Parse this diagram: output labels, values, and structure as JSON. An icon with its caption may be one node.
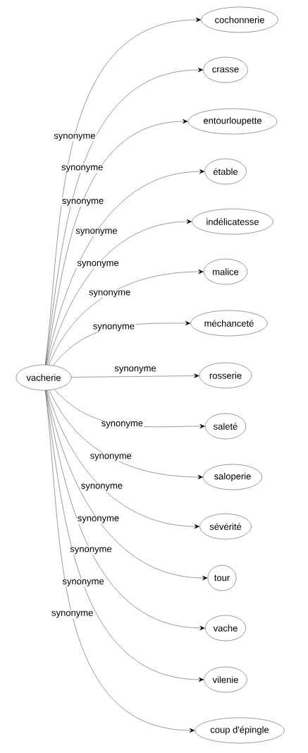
{
  "diagram": {
    "nodes": [
      {
        "text": [
          "vacherie"
        ]
      },
      {
        "text": [
          "cochonnerie"
        ]
      },
      {
        "text": [
          "crasse"
        ]
      },
      {
        "text": [
          "entourloupette"
        ]
      },
      {
        "text": [
          "étable"
        ]
      },
      {
        "text": [
          "indélicatesse"
        ]
      },
      {
        "text": [
          "malice"
        ]
      },
      {
        "text": [
          "méchanceté"
        ]
      },
      {
        "text": [
          "rosserie"
        ]
      },
      {
        "text": [
          "saleté"
        ]
      },
      {
        "text": [
          "saloperie"
        ]
      },
      {
        "text": [
          "sévérité"
        ]
      },
      {
        "text": [
          "tour"
        ]
      },
      {
        "text": [
          "vache"
        ]
      },
      {
        "text": [
          "vilenie"
        ]
      },
      {
        "text": [
          "coup d'épingle"
        ]
      }
    ],
    "edges": [
      {
        "from": 0,
        "to": 1,
        "arrow": "to",
        "label": "synonyme"
      },
      {
        "from": 0,
        "to": 2,
        "arrow": "to",
        "label": "synonyme"
      },
      {
        "from": 0,
        "to": 3,
        "arrow": "to",
        "label": "synonyme"
      },
      {
        "from": 0,
        "to": 4,
        "arrow": "to",
        "label": "synonyme"
      },
      {
        "from": 0,
        "to": 5,
        "arrow": "to",
        "label": "synonyme"
      },
      {
        "from": 0,
        "to": 6,
        "arrow": "to",
        "label": "synonyme"
      },
      {
        "from": 0,
        "to": 7,
        "arrow": "to",
        "label": "synonyme"
      },
      {
        "from": 0,
        "to": 8,
        "arrow": "to",
        "label": "synonyme"
      },
      {
        "from": 0,
        "to": 9,
        "arrow": "to",
        "label": "synonyme"
      },
      {
        "from": 0,
        "to": 10,
        "arrow": "to",
        "label": "synonyme"
      },
      {
        "from": 0,
        "to": 11,
        "arrow": "to",
        "label": "synonyme"
      },
      {
        "from": 0,
        "to": 12,
        "arrow": "to",
        "label": "synonyme"
      },
      {
        "from": 0,
        "to": 13,
        "arrow": "to",
        "label": "synonyme"
      },
      {
        "from": 0,
        "to": 14,
        "arrow": "to",
        "label": "synonyme"
      },
      {
        "from": 0,
        "to": 15,
        "arrow": "to",
        "label": "synonyme"
      }
    ]
  }
}
